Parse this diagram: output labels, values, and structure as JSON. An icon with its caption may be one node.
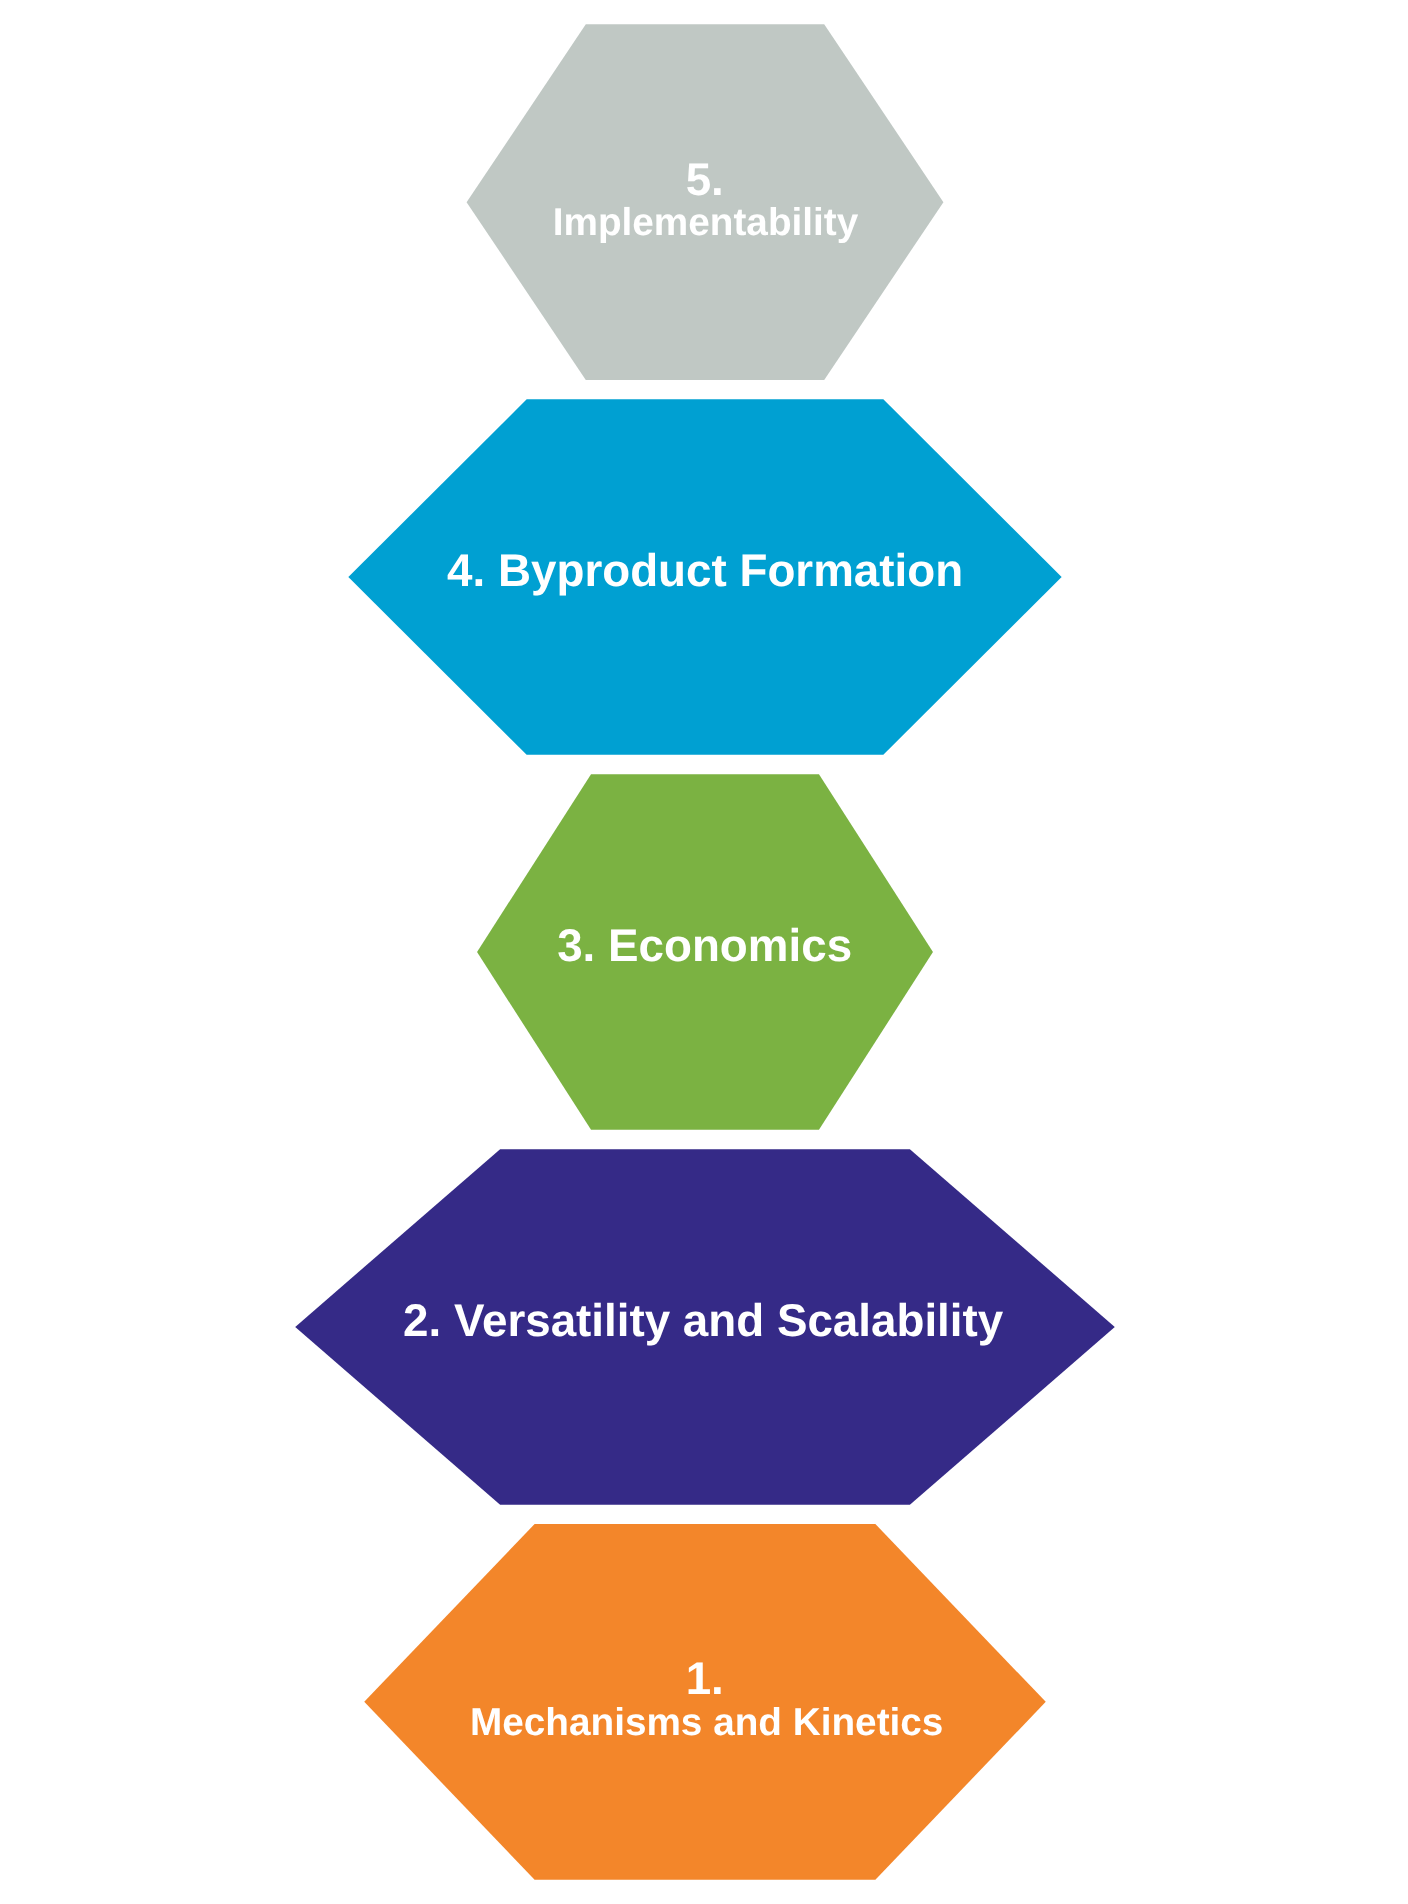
{
  "diagram": {
    "nodes": [
      {
        "text": [
          "1.",
          "Mechanisms and Kinetics"
        ]
      },
      {
        "text": [
          "2. Versatility and Scalability"
        ]
      },
      {
        "text": [
          "3. Economics"
        ]
      },
      {
        "text": [
          "4. Byproduct Formation"
        ]
      },
      {
        "text": [
          "5.",
          "Implementability"
        ]
      }
    ]
  }
}
